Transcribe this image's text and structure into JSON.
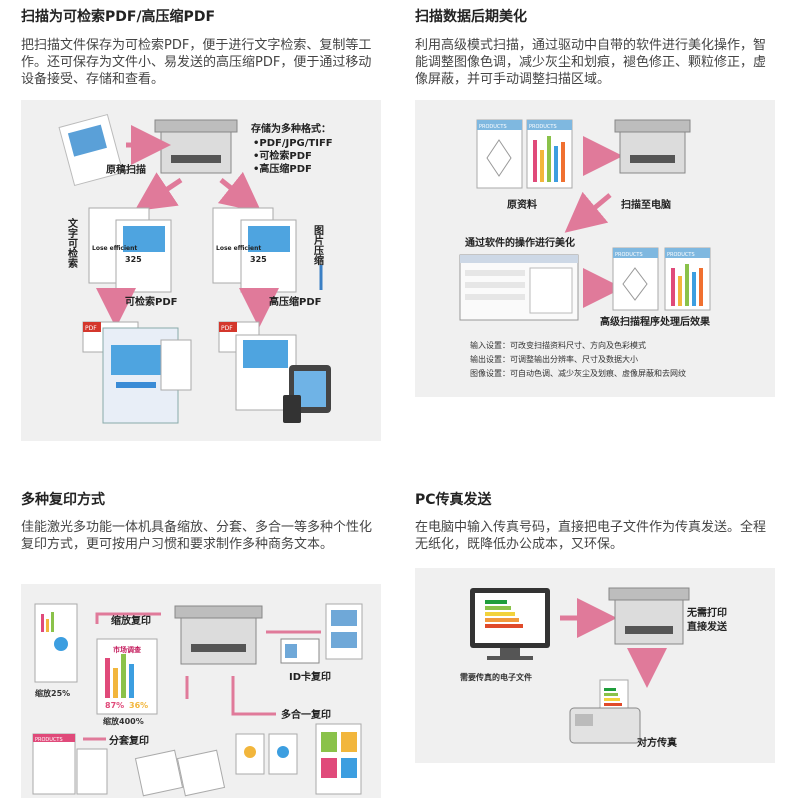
{
  "sections": {
    "scan_pdf": {
      "title": "扫描为可检索PDF/高压缩PDF",
      "desc": "把扫描文件保存为可检索PDF，便于进行文字检索、复制等工作。还可保存为文件小、易发送的高压缩PDF，便于通过移动设备接受、存储和查看。",
      "labels": {
        "original_scan": "原稿扫描",
        "formats_title": "存储为多种格式：",
        "format_1": "•PDF/JPG/TIFF",
        "format_2": "•可检索PDF",
        "format_3": "•高压缩PDF",
        "text_search": "文字可检索",
        "image_compress": "图片压缩",
        "searchable_pdf": "可检索PDF",
        "compressed_pdf": "高压缩PDF",
        "doc_heading": "Lose efficient",
        "doc_number": "325",
        "pdf_tag": "PDF"
      }
    },
    "scan_beautify": {
      "title": "扫描数据后期美化",
      "desc": "利用高级模式扫描，通过驱动中自带的软件进行美化操作，智能调整图像色调，减少灰尘和划痕，褪色修正、颗粒修正，虚像屏蔽，并可手动调整扫描区域。",
      "labels": {
        "products": "PRODUCTS",
        "source": "原资料",
        "scan_to_pc": "扫描至电脑",
        "beautify_by_software": "通过软件的操作进行美化",
        "advanced_result": "高级扫描程序处理后效果",
        "input_setting": "输入设置：可改变扫描资料尺寸、方向及色彩模式",
        "output_setting": "输出设置：可调整输出分辨率、尺寸及数据大小",
        "image_setting": "图像设置：可自动色调、减少灰尘及划痕、虚像屏蔽和去网纹"
      }
    },
    "copy_modes": {
      "title": "多种复印方式",
      "desc": "佳能激光多功能一体机具备缩放、分套、多合一等多种个性化复印方式，更可按用户习惯和要求制作多种商务文本。",
      "labels": {
        "zoom_copy": "缩放复印",
        "zoom_25": "缩放25%",
        "zoom_400": "缩放400%",
        "market_survey": "市场调查",
        "pct_87": "87%",
        "pct_36": "36%",
        "id_copy": "ID卡复印",
        "multi_copy": "多合一复印",
        "collate_copy": "分套复印",
        "products": "PRODUCTS"
      }
    },
    "pc_fax": {
      "title": "PC传真发送",
      "desc": "在电脑中输入传真号码，直接把电子文件作为传真发送。全程无纸化，既降低办公成本，又环保。",
      "labels": {
        "no_print": "无需打印",
        "direct_send": "直接发送",
        "e_file": "需要传真的电子文件",
        "recipient": "对方传真"
      }
    }
  },
  "colors": {
    "panel_bg": "#f0f0f0",
    "arrow_pink": "#e07a9a",
    "label_pink": "#c3185a"
  }
}
